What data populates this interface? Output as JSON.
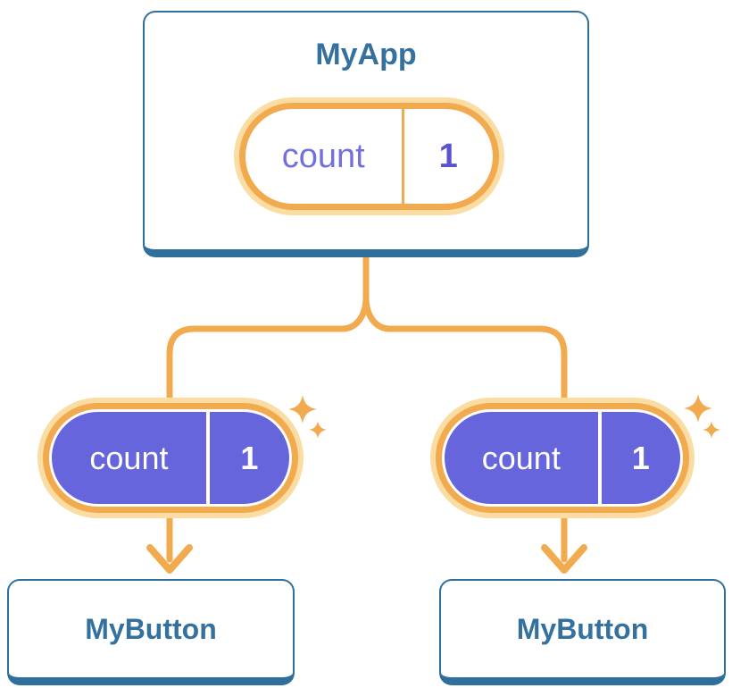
{
  "colors": {
    "orange": "#F2AA4F",
    "orange-pale": "#FBDCA3",
    "purple": "#6765DC",
    "purple-text": "#7170DC",
    "purple-bold": "#5B51D1",
    "blue-border": "#2F6F9B",
    "blue-text": "#35719F"
  },
  "root": {
    "title": "MyApp",
    "state": {
      "name": "count",
      "value": "1"
    }
  },
  "children": [
    {
      "title": "MyButton",
      "prop": {
        "name": "count",
        "value": "1"
      }
    },
    {
      "title": "MyButton",
      "prop": {
        "name": "count",
        "value": "1"
      }
    }
  ]
}
